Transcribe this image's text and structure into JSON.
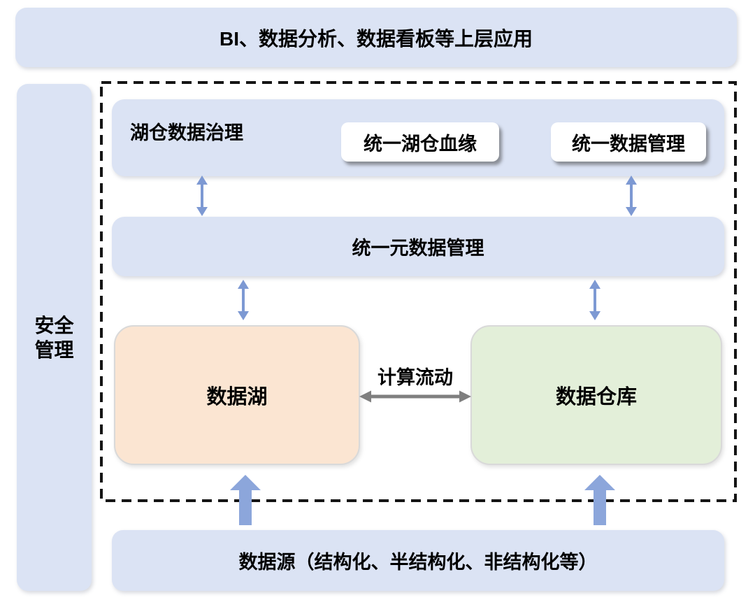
{
  "colors": {
    "panel_blue": "#dbe3f4",
    "lake_orange": "#fbe5d2",
    "warehouse_green": "#e3efd9",
    "arrow_blue": "#8ca6db",
    "double_arrow_blue": "#7d99d3",
    "flow_arrow_gray": "#7f7f7f",
    "dashed_border": "#141414",
    "badge_white": "#ffffff",
    "text_black": "#000000"
  },
  "top_bar": {
    "label": "BI、数据分析、数据看板等上层应用"
  },
  "sidebar": {
    "lines": [
      "安全",
      "管理"
    ]
  },
  "governance": {
    "label": "湖仓数据治理",
    "badges": [
      "统一湖仓血缘",
      "统一数据管理"
    ]
  },
  "metadata_bar": {
    "label": "统一元数据管理"
  },
  "lake_box": {
    "label": "数据湖"
  },
  "warehouse_box": {
    "label": "数据仓库"
  },
  "compute_flow": {
    "label": "计算流动"
  },
  "source_bar": {
    "label": "数据源（结构化、半结构化、非结构化等）"
  }
}
